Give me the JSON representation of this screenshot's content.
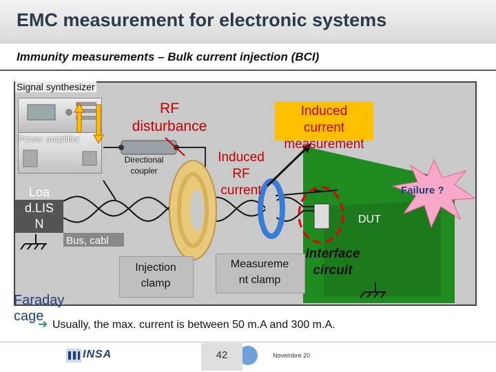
{
  "title": "EMC measurement for electronic systems",
  "subtitle": "Immunity measurements – Bulk current injection (BCI)",
  "diagram": {
    "signal_synthesizer": "Signal synthesizer",
    "power_amplifier": "Power amplifier",
    "rf_disturbance": [
      "RF",
      "disturbance"
    ],
    "directional_coupler": [
      "Directional",
      "coupler"
    ],
    "induced_current_measurement": [
      "Induced",
      "current",
      "measurement"
    ],
    "induced_rf_current": [
      "Induced",
      "RF",
      "current"
    ],
    "load": [
      "Loa",
      "d.LIS",
      "N"
    ],
    "bus_cable": "Bus, cabl",
    "injection_clamp": [
      "Injection",
      "clamp"
    ],
    "measurement_clamp": [
      "Measureme",
      "nt clamp"
    ],
    "interface_circuit": [
      "Interface",
      "circuit"
    ],
    "dut": "DUT",
    "failure": "Failure ?",
    "faraday_cage": [
      "Faraday",
      "cage"
    ]
  },
  "bullet": {
    "arrow_icon": "right-arrow-icon",
    "text": "Usually, the max. current is between 50 m.A and 300 m.A."
  },
  "footer": {
    "page_number": "42",
    "date": "Novembre 20",
    "logo": "INSA"
  },
  "colors": {
    "title": "#2d3a4a",
    "rf_red": "#c00000",
    "highlight": "#ffc000",
    "dut_green": "#1f8a1f",
    "clamp_yellow": "#e8c97a",
    "measure_blue": "#3a7bd5",
    "failure_pink": "#f8a8c8"
  }
}
